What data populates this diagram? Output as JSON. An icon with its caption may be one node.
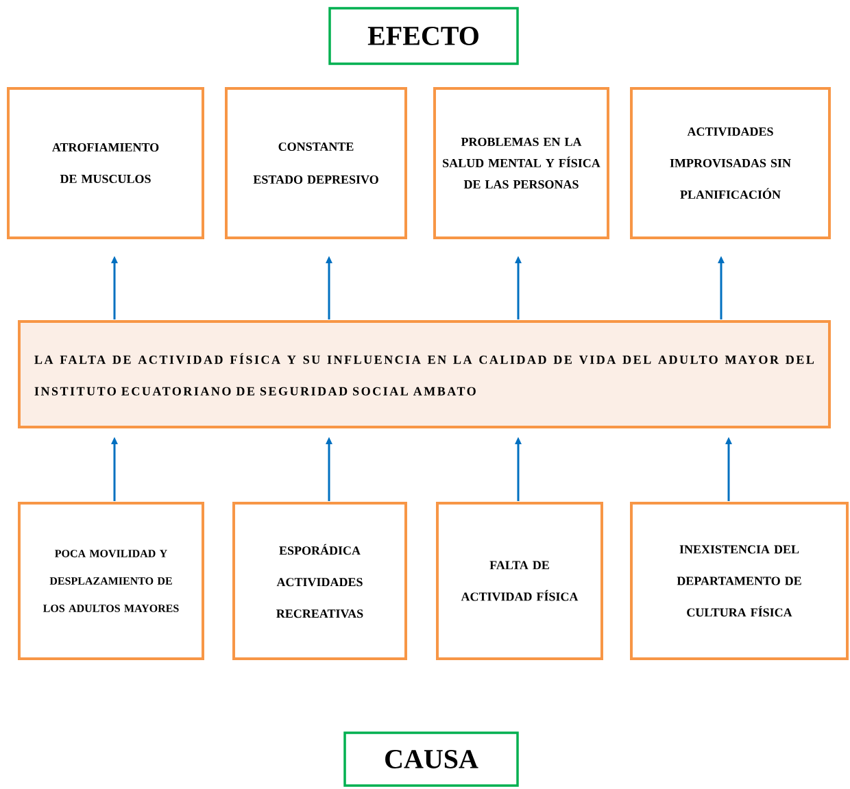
{
  "diagram": {
    "nodes": [
      {
        "text": [
          "EFECTO"
        ]
      },
      {
        "text": [
          "ATROFIAMIENTO DE MUSCULOS"
        ]
      },
      {
        "text": [
          "CONSTANTE ESTADO DEPRESIVO"
        ]
      },
      {
        "text": [
          "PROBLEMAS EN LA SALUD MENTAL Y FÍSICA DE LAS PERSONAS"
        ]
      },
      {
        "text": [
          "ACTIVIDADES IMPROVISADAS SIN PLANIFICACIÓN"
        ]
      },
      {
        "text": [
          "LA FALTA DE ACTIVIDAD FÍSICA Y SU INFLUENCIA EN LA CALIDAD DE VIDA DEL ADULTO MAYOR DEL INSTITUTO ECUATORIANO DE SEGURIDAD SOCIAL AMBATO"
        ]
      },
      {
        "text": [
          "POCA MOVILIDAD Y DESPLAZAMIENTO DE LOS ADULTOS MAYORES"
        ]
      },
      {
        "text": [
          "ESPORÁDICA ACTIVIDADES RECREATIVAS"
        ]
      },
      {
        "text": [
          "FALTA DE ACTIVIDAD FÍSICA"
        ]
      },
      {
        "text": [
          "INEXISTENCIA DEL DEPARTAMENTO DE CULTURA FÍSICA"
        ]
      },
      {
        "text": [
          "CAUSA"
        ]
      }
    ],
    "edges": [
      {
        "from": 5,
        "to": 1,
        "arrow": "to"
      },
      {
        "from": 5,
        "to": 2,
        "arrow": "to"
      },
      {
        "from": 5,
        "to": 3,
        "arrow": "to"
      },
      {
        "from": 5,
        "to": 4,
        "arrow": "to"
      },
      {
        "from": 6,
        "to": 5,
        "arrow": "to"
      },
      {
        "from": 7,
        "to": 5,
        "arrow": "to"
      },
      {
        "from": 8,
        "to": 5,
        "arrow": "to"
      },
      {
        "from": 9,
        "to": 5,
        "arrow": "to"
      }
    ]
  }
}
